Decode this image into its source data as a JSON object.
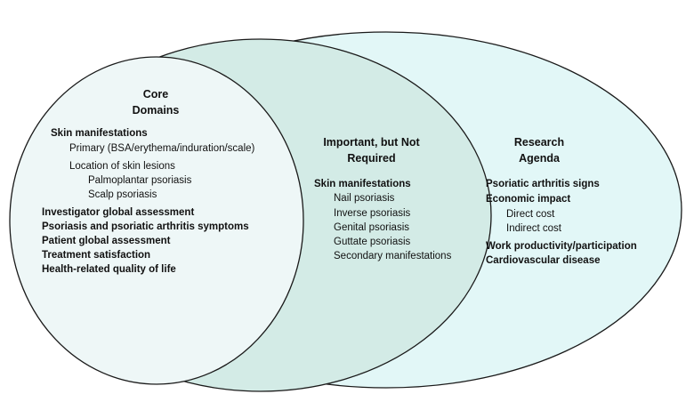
{
  "colors": {
    "research_fill": "#e2f7f7",
    "important_fill": "#d3ebe6",
    "core_fill": "#eef7f7",
    "outline": "#1a1a1a"
  },
  "core": {
    "title_line1": "Core",
    "title_line2": "Domains",
    "skin_header": "Skin manifestations",
    "primary": "Primary (BSA/erythema/induration/scale)",
    "location": "Location of skin lesions",
    "palmoplantar": "Palmoplantar psoriasis",
    "scalp": "Scalp psoriasis",
    "items": [
      "Investigator global assessment",
      "Psoriasis and psoriatic arthritis symptoms",
      "Patient global assessment",
      "Treatment satisfaction",
      "Health-related quality of life"
    ]
  },
  "important": {
    "title_line1": "Important, but Not",
    "title_line2": "Required",
    "skin_header": "Skin manifestations",
    "items": [
      "Nail psoriasis",
      "Inverse psoriasis",
      "Genital psoriasis",
      "Guttate psoriasis",
      "Secondary manifestations"
    ]
  },
  "research": {
    "title_line1": "Research",
    "title_line2": "Agenda",
    "item1": "Psoriatic arthritis signs",
    "item2": "Economic impact",
    "direct": "Direct cost",
    "indirect": "Indirect cost",
    "item3": "Work productivity/participation",
    "item4": "Cardiovascular disease"
  }
}
